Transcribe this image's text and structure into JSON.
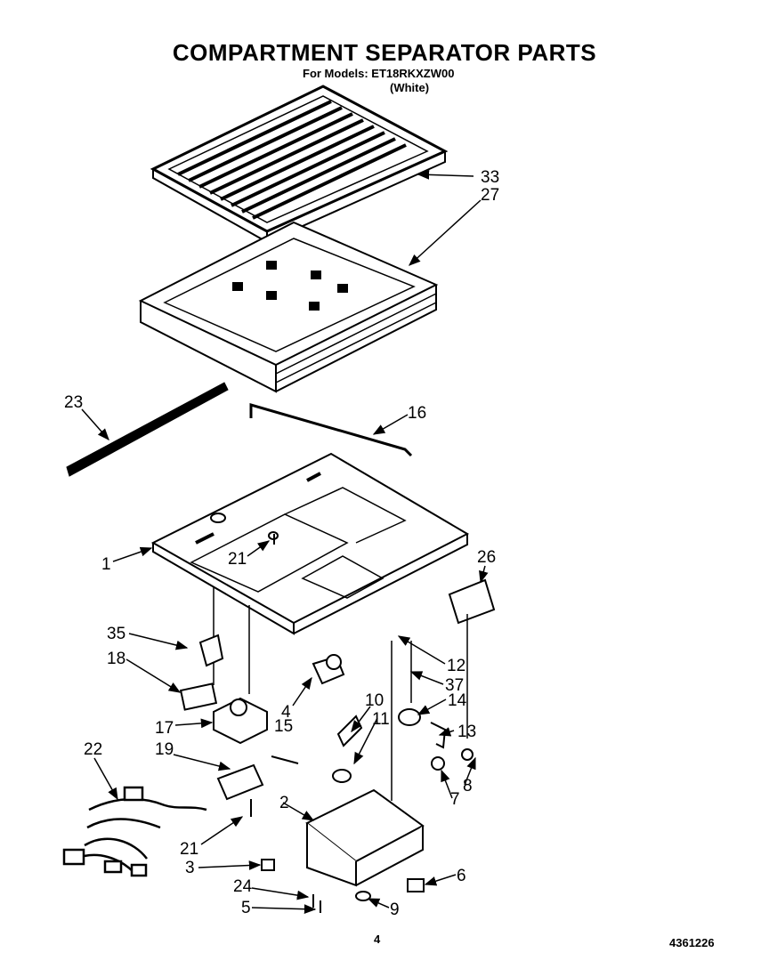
{
  "title": "COMPARTMENT SEPARATOR PARTS",
  "subtitle": "For Models: ET18RKXZW00",
  "color_note": "(White)",
  "page_number": "4",
  "doc_code": "4361226",
  "callouts": {
    "c33": "33",
    "c27": "27",
    "c23": "23",
    "c16": "16",
    "c1": "1",
    "c21a": "21",
    "c26": "26",
    "c35": "35",
    "c18": "18",
    "c12": "12",
    "c37": "37",
    "c4": "4",
    "c10": "10",
    "c14": "14",
    "c11": "11",
    "c17": "17",
    "c15": "15",
    "c13": "13",
    "c19": "19",
    "c22": "22",
    "c8": "8",
    "c7": "7",
    "c2": "2",
    "c21b": "21",
    "c3": "3",
    "c6": "6",
    "c24": "24",
    "c5": "5",
    "c9": "9"
  }
}
